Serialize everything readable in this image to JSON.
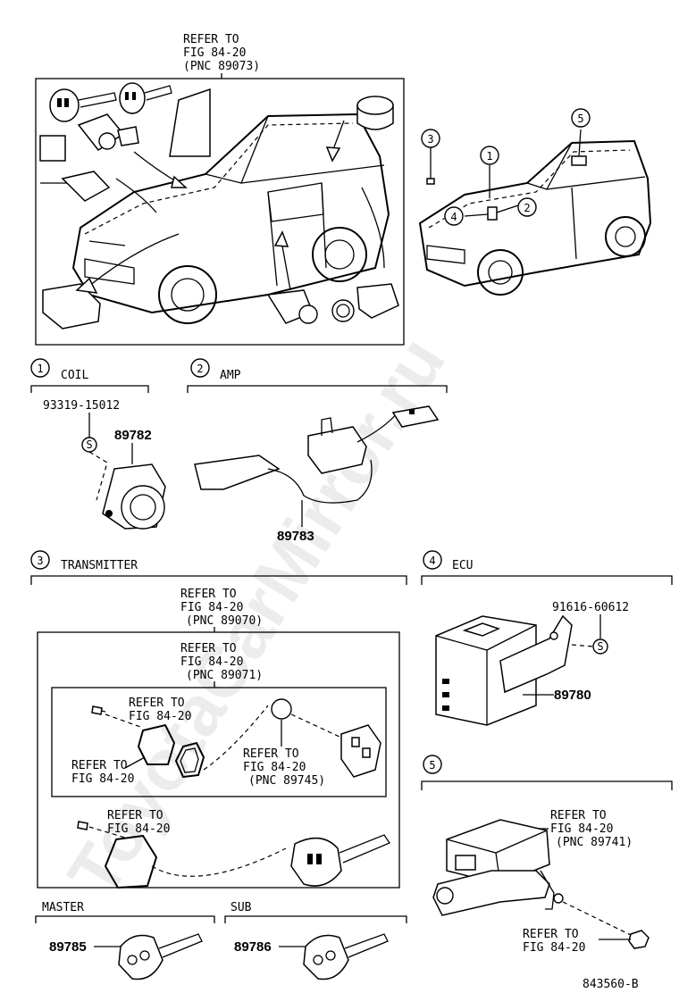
{
  "overview": {
    "refer_line1": "REFER TO",
    "refer_line2": "FIG 84-20",
    "refer_line3": "(PNC 89073)",
    "callouts": [
      "1",
      "2",
      "3",
      "4",
      "5"
    ]
  },
  "sections": {
    "coil": {
      "index": "1",
      "title": "COIL",
      "bolt": "93319-15012",
      "bolt_symbol": "S",
      "part": "89782"
    },
    "amp": {
      "index": "2",
      "title": "AMP",
      "part": "89783"
    },
    "transmitter": {
      "index": "3",
      "title": "TRANSMITTER",
      "outer_refer": [
        "REFER TO",
        "FIG 84-20",
        "(PNC 89070)"
      ],
      "inner_refer": [
        "REFER TO",
        "FIG 84-20",
        "(PNC 89071)"
      ],
      "refer_screw": [
        "REFER TO",
        "FIG 84-20"
      ],
      "refer_case": [
        "REFER TO",
        "FIG 84-20"
      ],
      "refer_battery": [
        "REFER TO",
        "FIG 84-20",
        "(PNC 89745)"
      ],
      "refer_lower": [
        "REFER TO",
        "FIG 84-20"
      ]
    },
    "ecu": {
      "index": "4",
      "title": "ECU",
      "bolt": "91616-60612",
      "bolt_symbol": "S",
      "part": "89780"
    },
    "sensor": {
      "index": "5",
      "refer_top": [
        "REFER TO",
        "FIG 84-20",
        "(PNC 89741)"
      ],
      "refer_bottom": [
        "REFER TO",
        "FIG 84-20"
      ]
    },
    "master": {
      "title": "MASTER",
      "part": "89785"
    },
    "sub": {
      "title": "SUB",
      "part": "89786"
    }
  },
  "watermark": "ToyotaCarMirror.ru",
  "figure_code": "843560-B"
}
